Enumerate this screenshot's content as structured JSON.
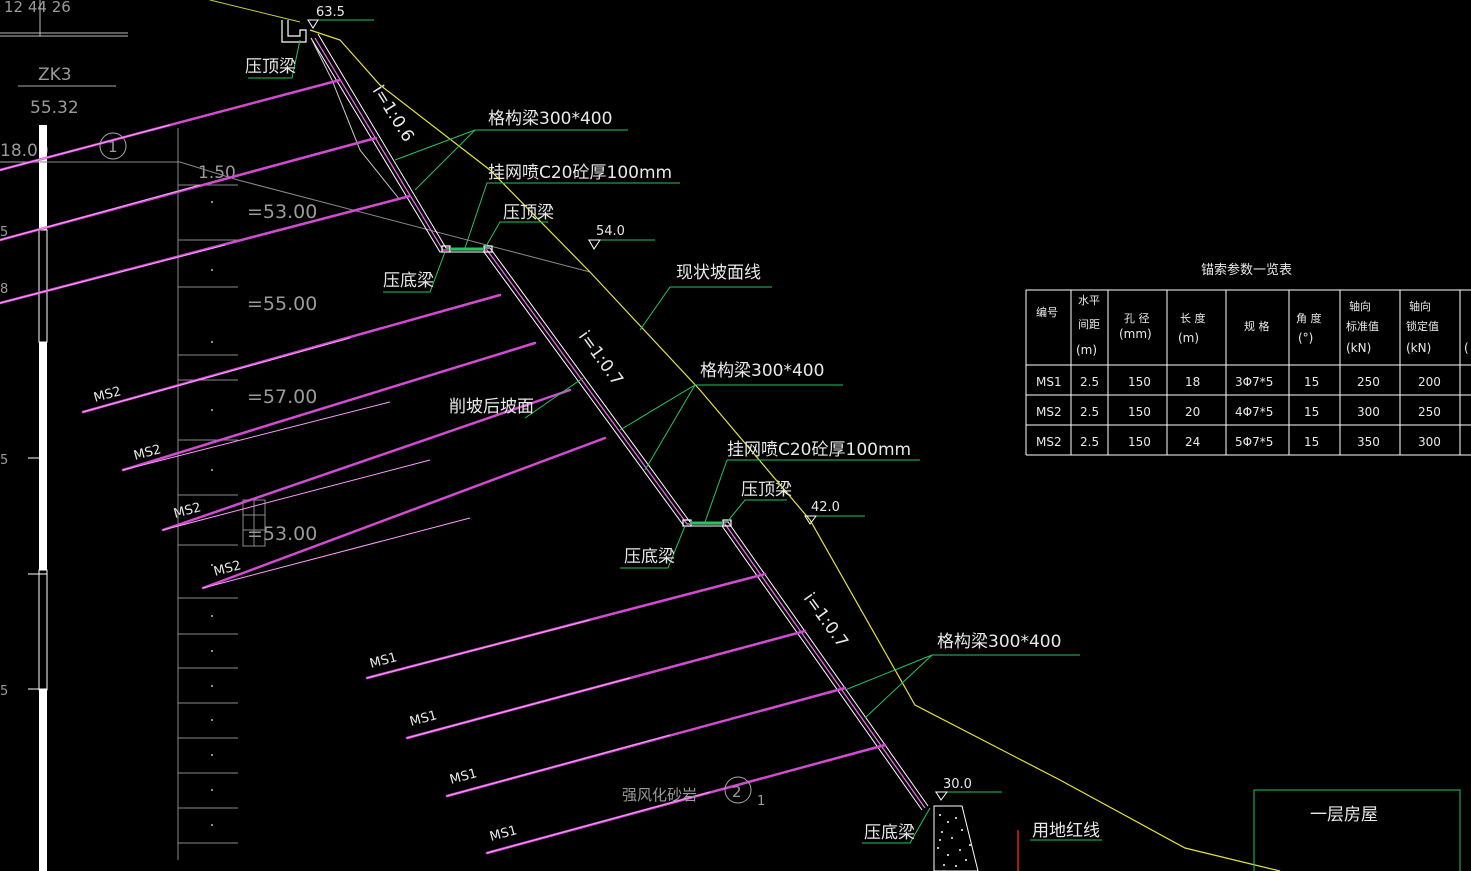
{
  "colors": {
    "background": "#000000",
    "anchor": "#d34bd3",
    "anchor_outline": "#ff66ff",
    "leader": "#22c55e",
    "slope_line": "#e6e23a",
    "white": "#ffffff",
    "gray": "#8a8a8a",
    "red": "#e11d1d"
  },
  "top_left": {
    "header": "12 44 26",
    "borehole": "ZK3",
    "borehole_elev": "55.32",
    "depth": "18.00",
    "circle_1": "1",
    "circle_2": "2",
    "circle_2_sub": "1",
    "left_marks": [
      "5",
      "8",
      "5",
      "5"
    ]
  },
  "ruler": {
    "elev_150": "1.50",
    "elev_53": "=53.00",
    "elev_55": "=55.00",
    "elev_57": "=57.00",
    "elev_53b": "=53.00"
  },
  "annotations": {
    "top_elev": "63.5",
    "pressure_top_beam": "压顶梁",
    "slope_1": "i=1:0.6",
    "lattice_beam": "格构梁300*400",
    "shotcrete": "挂网喷C20砼厚100mm",
    "pressure_top_beam_2": "压顶梁",
    "elev_540": "54.0",
    "pressure_bottom_beam": "压底梁",
    "current_slope": "现状坡面线",
    "slope_2": "i=1:0.7",
    "lattice_beam_2": "格构梁300*400",
    "cut_slope": "削坡后坡面",
    "shotcrete_2": "挂网喷C20砼厚100mm",
    "pressure_top_beam_3": "压顶梁",
    "elev_420": "42.0",
    "pressure_bottom_beam_2": "压底梁",
    "slope_3": "i=1:0.7",
    "lattice_beam_3": "格构梁300*400",
    "weathered_sandstone": "强风化砂岩",
    "elev_300": "30.0",
    "pressure_bottom_beam_3": "压底梁",
    "red_line": "用地红线",
    "house": "一层房屋"
  },
  "anchor_labels": {
    "ms2_a": "MS2",
    "ms2_b": "MS2",
    "ms2_c": "MS2",
    "ms2_d": "MS2",
    "ms1_a": "MS1",
    "ms1_b": "MS1",
    "ms1_c": "MS1",
    "ms1_d": "MS1"
  },
  "table": {
    "title": "锚索参数一览表",
    "headers": [
      [
        "编号"
      ],
      [
        "水平",
        "间距",
        "(m)"
      ],
      [
        "孔 径",
        "(mm)"
      ],
      [
        "长 度",
        "(m)"
      ],
      [
        "规 格"
      ],
      [
        "角 度",
        "(°)"
      ],
      [
        "轴向",
        "标准值",
        "(kN)"
      ],
      [
        "轴向",
        "锁定值",
        "(kN)"
      ]
    ],
    "rows": [
      [
        "MS1",
        "2.5",
        "150",
        "18",
        "3Φ7*5",
        "15",
        "250",
        "200"
      ],
      [
        "MS2",
        "2.5",
        "150",
        "20",
        "4Φ7*5",
        "15",
        "300",
        "250"
      ],
      [
        "MS2",
        "2.5",
        "150",
        "24",
        "5Φ7*5",
        "15",
        "350",
        "300"
      ]
    ]
  }
}
